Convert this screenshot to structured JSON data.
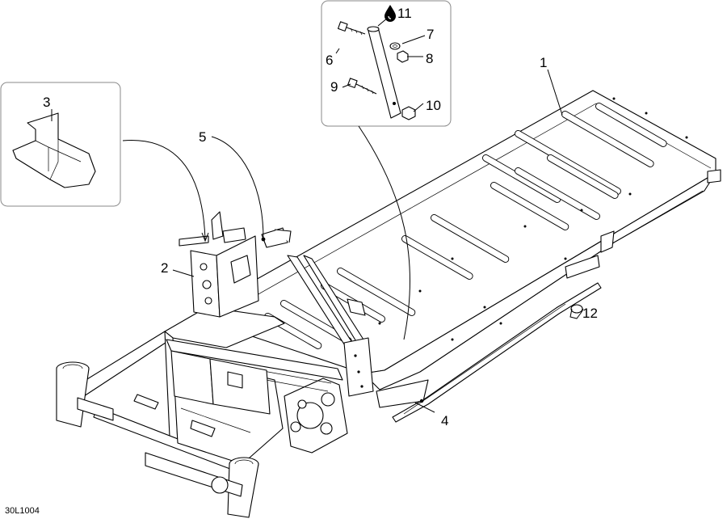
{
  "diagram": {
    "drawing_code": "30L1004",
    "callouts": {
      "c1": "1",
      "c2": "2",
      "c3": "3",
      "c4": "4",
      "c5": "5",
      "c6": "6",
      "c7": "7",
      "c8": "8",
      "c9": "9",
      "c10": "10",
      "c11": "11",
      "c12": "12"
    },
    "icons": {
      "oil_drop": "oil-drop-icon"
    }
  }
}
